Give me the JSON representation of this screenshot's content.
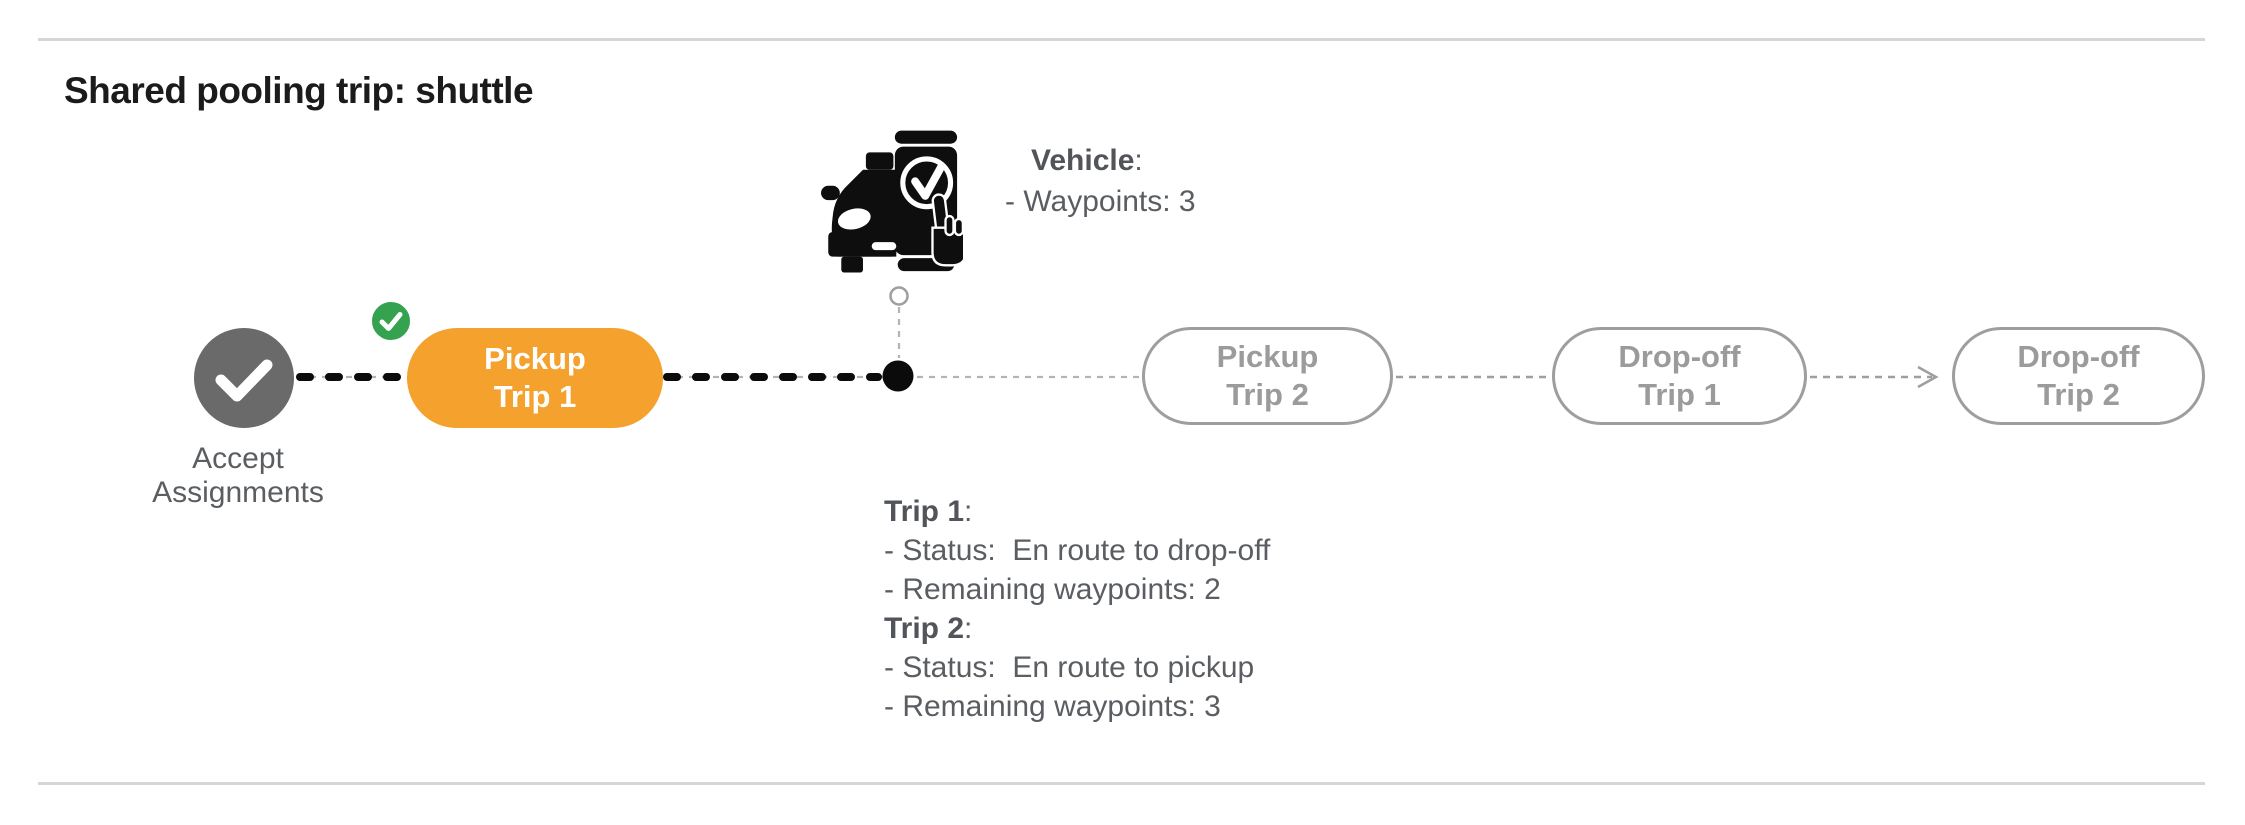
{
  "page": {
    "title": "Shared pooling trip: shuttle"
  },
  "vehicle_panel": {
    "heading": "Vehicle",
    "heading_suffix": ":",
    "lines": [
      "- Waypoints: 3"
    ]
  },
  "timeline": {
    "start_node": {
      "label_line1": "Accept",
      "label_line2": "Assignments"
    },
    "pills": [
      {
        "line1": "Pickup",
        "line2": "Trip 1",
        "state": "active"
      },
      {
        "line1": "Pickup",
        "line2": "Trip 2",
        "state": "pending"
      },
      {
        "line1": "Drop-off",
        "line2": "Trip 1",
        "state": "pending"
      },
      {
        "line1": "Drop-off",
        "line2": "Trip 2",
        "state": "pending"
      }
    ]
  },
  "trip_panel": {
    "sections": [
      {
        "heading": "Trip 1",
        "heading_suffix": ":",
        "lines": [
          "- Status:  En route to drop-off",
          "- Remaining waypoints: 2"
        ]
      },
      {
        "heading": "Trip 2",
        "heading_suffix": ":",
        "lines": [
          "- Status:  En route to pickup",
          "- Remaining waypoints: 3"
        ]
      }
    ]
  },
  "icons": {
    "vehicle": "car-with-driver-app-check-icon",
    "start_node": "check-icon",
    "active_pill_badge": "success-check-icon",
    "current_position": "waypoint-dot"
  },
  "colors": {
    "active_pill": "#F4A12E",
    "success_badge": "#34A24F",
    "completed_node": "#6A6A6A",
    "pending_border": "#9E9E9E",
    "pending_text": "#9B9B9B",
    "body_text": "#5A5D61",
    "heading_text": "#515458",
    "title_text": "#1B1B1B",
    "connector_black": "#0B0B0B",
    "connector_gray": "#9E9E9E",
    "rule": "#D6D6D6"
  }
}
